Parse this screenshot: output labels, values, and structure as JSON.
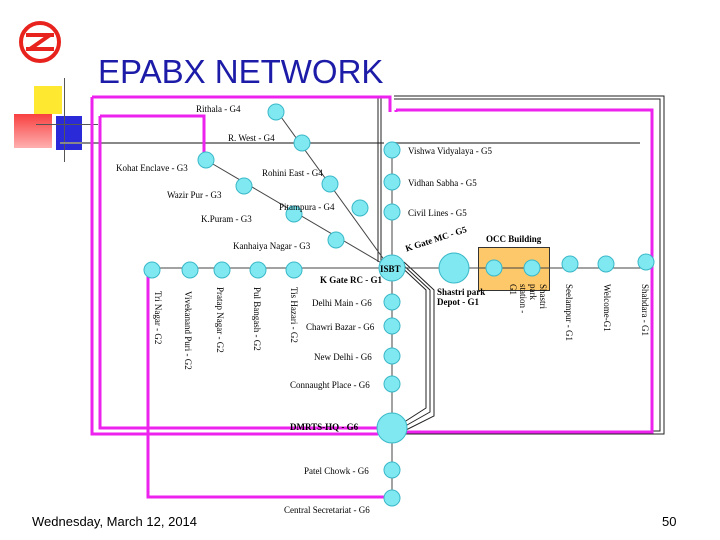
{
  "title": "EPABX NETWORK",
  "footer": {
    "date": "Wednesday, March 12, 2014",
    "page": "50"
  },
  "colors": {
    "title": "#1c1ca8",
    "magenta": "#ee22ee",
    "node": "#7fe8f0",
    "occ": "#fcc86a",
    "logo": "#e8231e"
  },
  "labels": {
    "rithala": "Rithala - G4",
    "r_west": "R. West - G4",
    "kohat": "Kohat Enclave - G3",
    "rohini_east": "Rohini East - G4",
    "wazirpur": "Wazir Pur - G3",
    "pitampura": "Pitampura - G4",
    "kpuram": "K.Puram - G3",
    "kanhaiya": "Kanhaiya Nagar - G3",
    "vishwa": "Vishwa Vidyalaya - G5",
    "vidhan": "Vidhan Sabha - G5",
    "civil": "Civil Lines - G5",
    "kgate_mc": "K Gate MC - G5",
    "occ": "OCC Building",
    "isbt": "ISBT",
    "kgate_rc": "K Gate RC - G1",
    "shastri_depot": "Shastri park Depot - G1",
    "delhi_main": "Delhi Main - G6",
    "chawri": "Chawri Bazar - G6",
    "new_delhi": "New Delhi - G6",
    "connaught": "Connaught Place - G6",
    "dmrts": "DMRTS-HQ  - G6",
    "patel": "Patel Chowk - G6",
    "central_sec": "Central Secretariat - G6",
    "tri_nagar": "Tri Nagar - G2",
    "vivekanand": "Vivekanand Puri - G2",
    "pratap": "Pratap Nagar - G2",
    "pul_bangash": "Pul Bangash - G2",
    "tis_hazari": "Tis Hazari - G2",
    "shastri_station": "Shastri park station - G1",
    "seelampur": "Seelampur - G1",
    "welcome": "Welcome-G1",
    "shahdara": "Shahdara - G1"
  }
}
